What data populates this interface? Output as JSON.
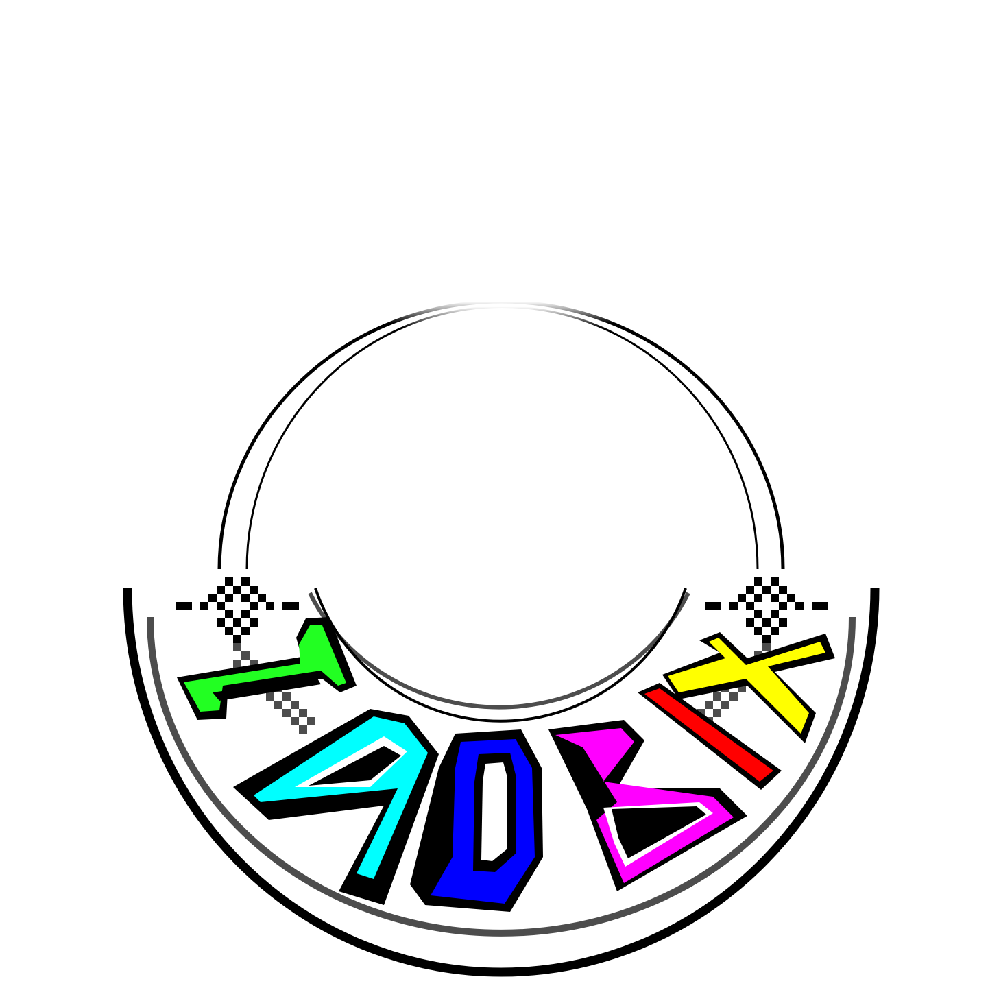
{
  "logo": {
    "wordmark": "TAOZIX",
    "letters": [
      {
        "char": "T",
        "color": "#22ff22"
      },
      {
        "char": "A",
        "color": "#00ffff"
      },
      {
        "char": "O",
        "color": "#0000ff"
      },
      {
        "char": "Z",
        "color": "#ff00ff"
      },
      {
        "char": "I",
        "color": "#ff0000"
      },
      {
        "char": "X",
        "color": "#ffff00"
      }
    ],
    "colors": {
      "outline": "#000000",
      "ring_inner": "#4d4d4d",
      "background": "#ffffff"
    }
  }
}
